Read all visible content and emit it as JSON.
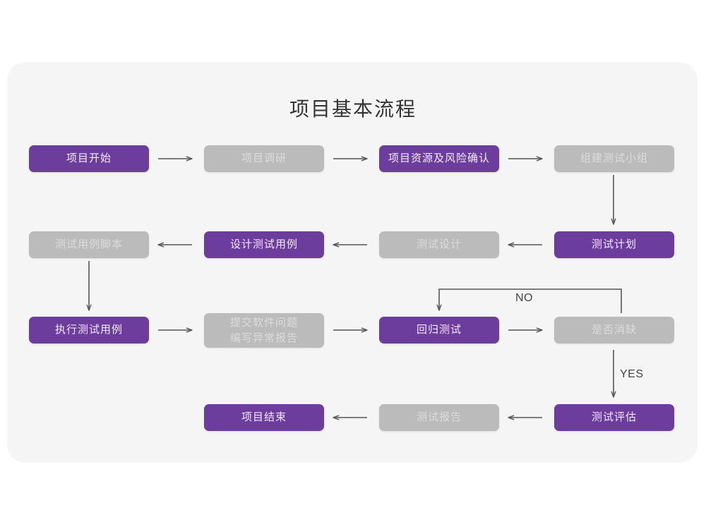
{
  "page": {
    "background_color": "#ffffff",
    "card_color": "#f5f5f5"
  },
  "diagram": {
    "title": "项目基本流程",
    "colors": {
      "accent_purple": "#6d3d9e",
      "muted_gray": "#bbbbbb",
      "purple_text": "#f2ecf7",
      "gray_text": "#dcdcdc",
      "connector": "#555555",
      "title_text": "#333333"
    },
    "nodes": [
      {
        "id": "n1",
        "label": "项目开始",
        "style": "purple"
      },
      {
        "id": "n2",
        "label": "项目调研",
        "style": "gray"
      },
      {
        "id": "n3",
        "label": "项目资源及风险确认",
        "style": "purple"
      },
      {
        "id": "n4",
        "label": "组建测试小组",
        "style": "gray"
      },
      {
        "id": "n5",
        "label": "测试计划",
        "style": "purple"
      },
      {
        "id": "n6",
        "label": "测试设计",
        "style": "gray"
      },
      {
        "id": "n7",
        "label": "设计测试用例",
        "style": "purple"
      },
      {
        "id": "n8",
        "label": "测试用例脚本",
        "style": "gray"
      },
      {
        "id": "n9",
        "label": "执行测试用例",
        "style": "purple"
      },
      {
        "id": "n10",
        "label": "提交软件问题\n编写异常报告",
        "style": "gray"
      },
      {
        "id": "n11",
        "label": "回归测试",
        "style": "purple"
      },
      {
        "id": "n12",
        "label": "是否消缺",
        "style": "gray"
      },
      {
        "id": "n13",
        "label": "测试评估",
        "style": "purple"
      },
      {
        "id": "n14",
        "label": "测试报告",
        "style": "gray"
      },
      {
        "id": "n15",
        "label": "项目结束",
        "style": "purple"
      }
    ],
    "edge_labels": {
      "no": "NO",
      "yes": "YES"
    }
  }
}
